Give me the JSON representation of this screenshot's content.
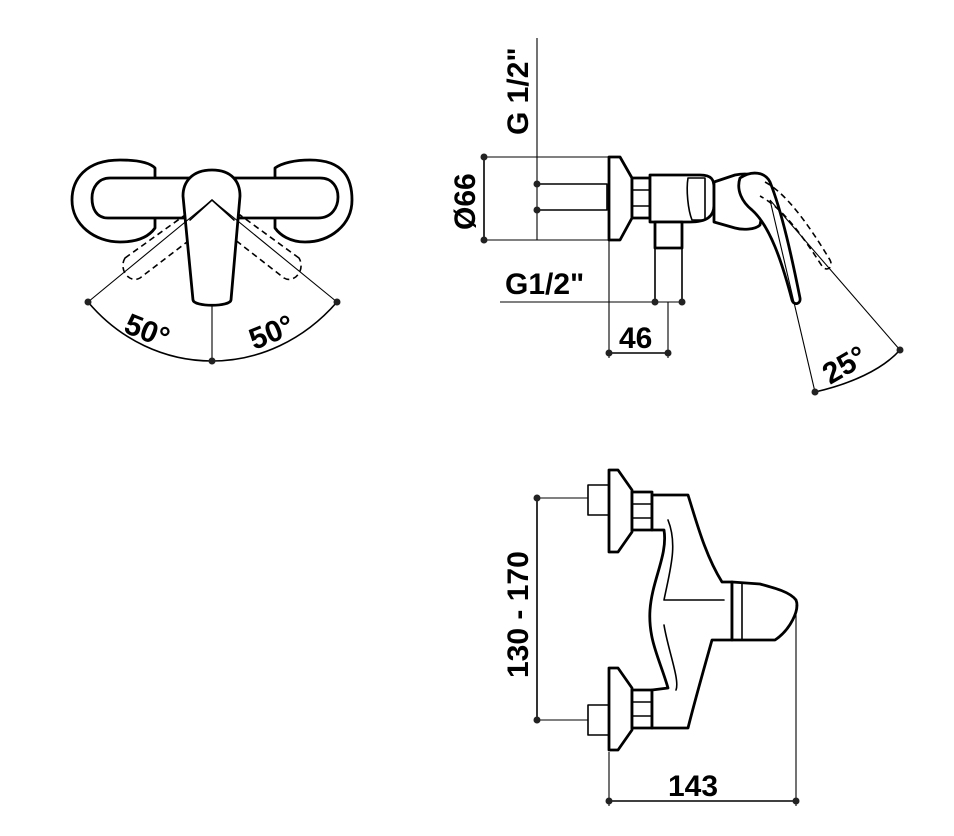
{
  "labels": {
    "top_view_angle_left": "50°",
    "top_view_angle_right": "50°",
    "side_view_thread_top": "G 1/2\"",
    "side_view_diameter": "Ø66",
    "side_view_thread_bottom": "G1/2\"",
    "side_view_depth": "46",
    "side_view_lever_angle": "25°",
    "front_view_spacing": "130 - 170",
    "front_view_width": "143"
  }
}
